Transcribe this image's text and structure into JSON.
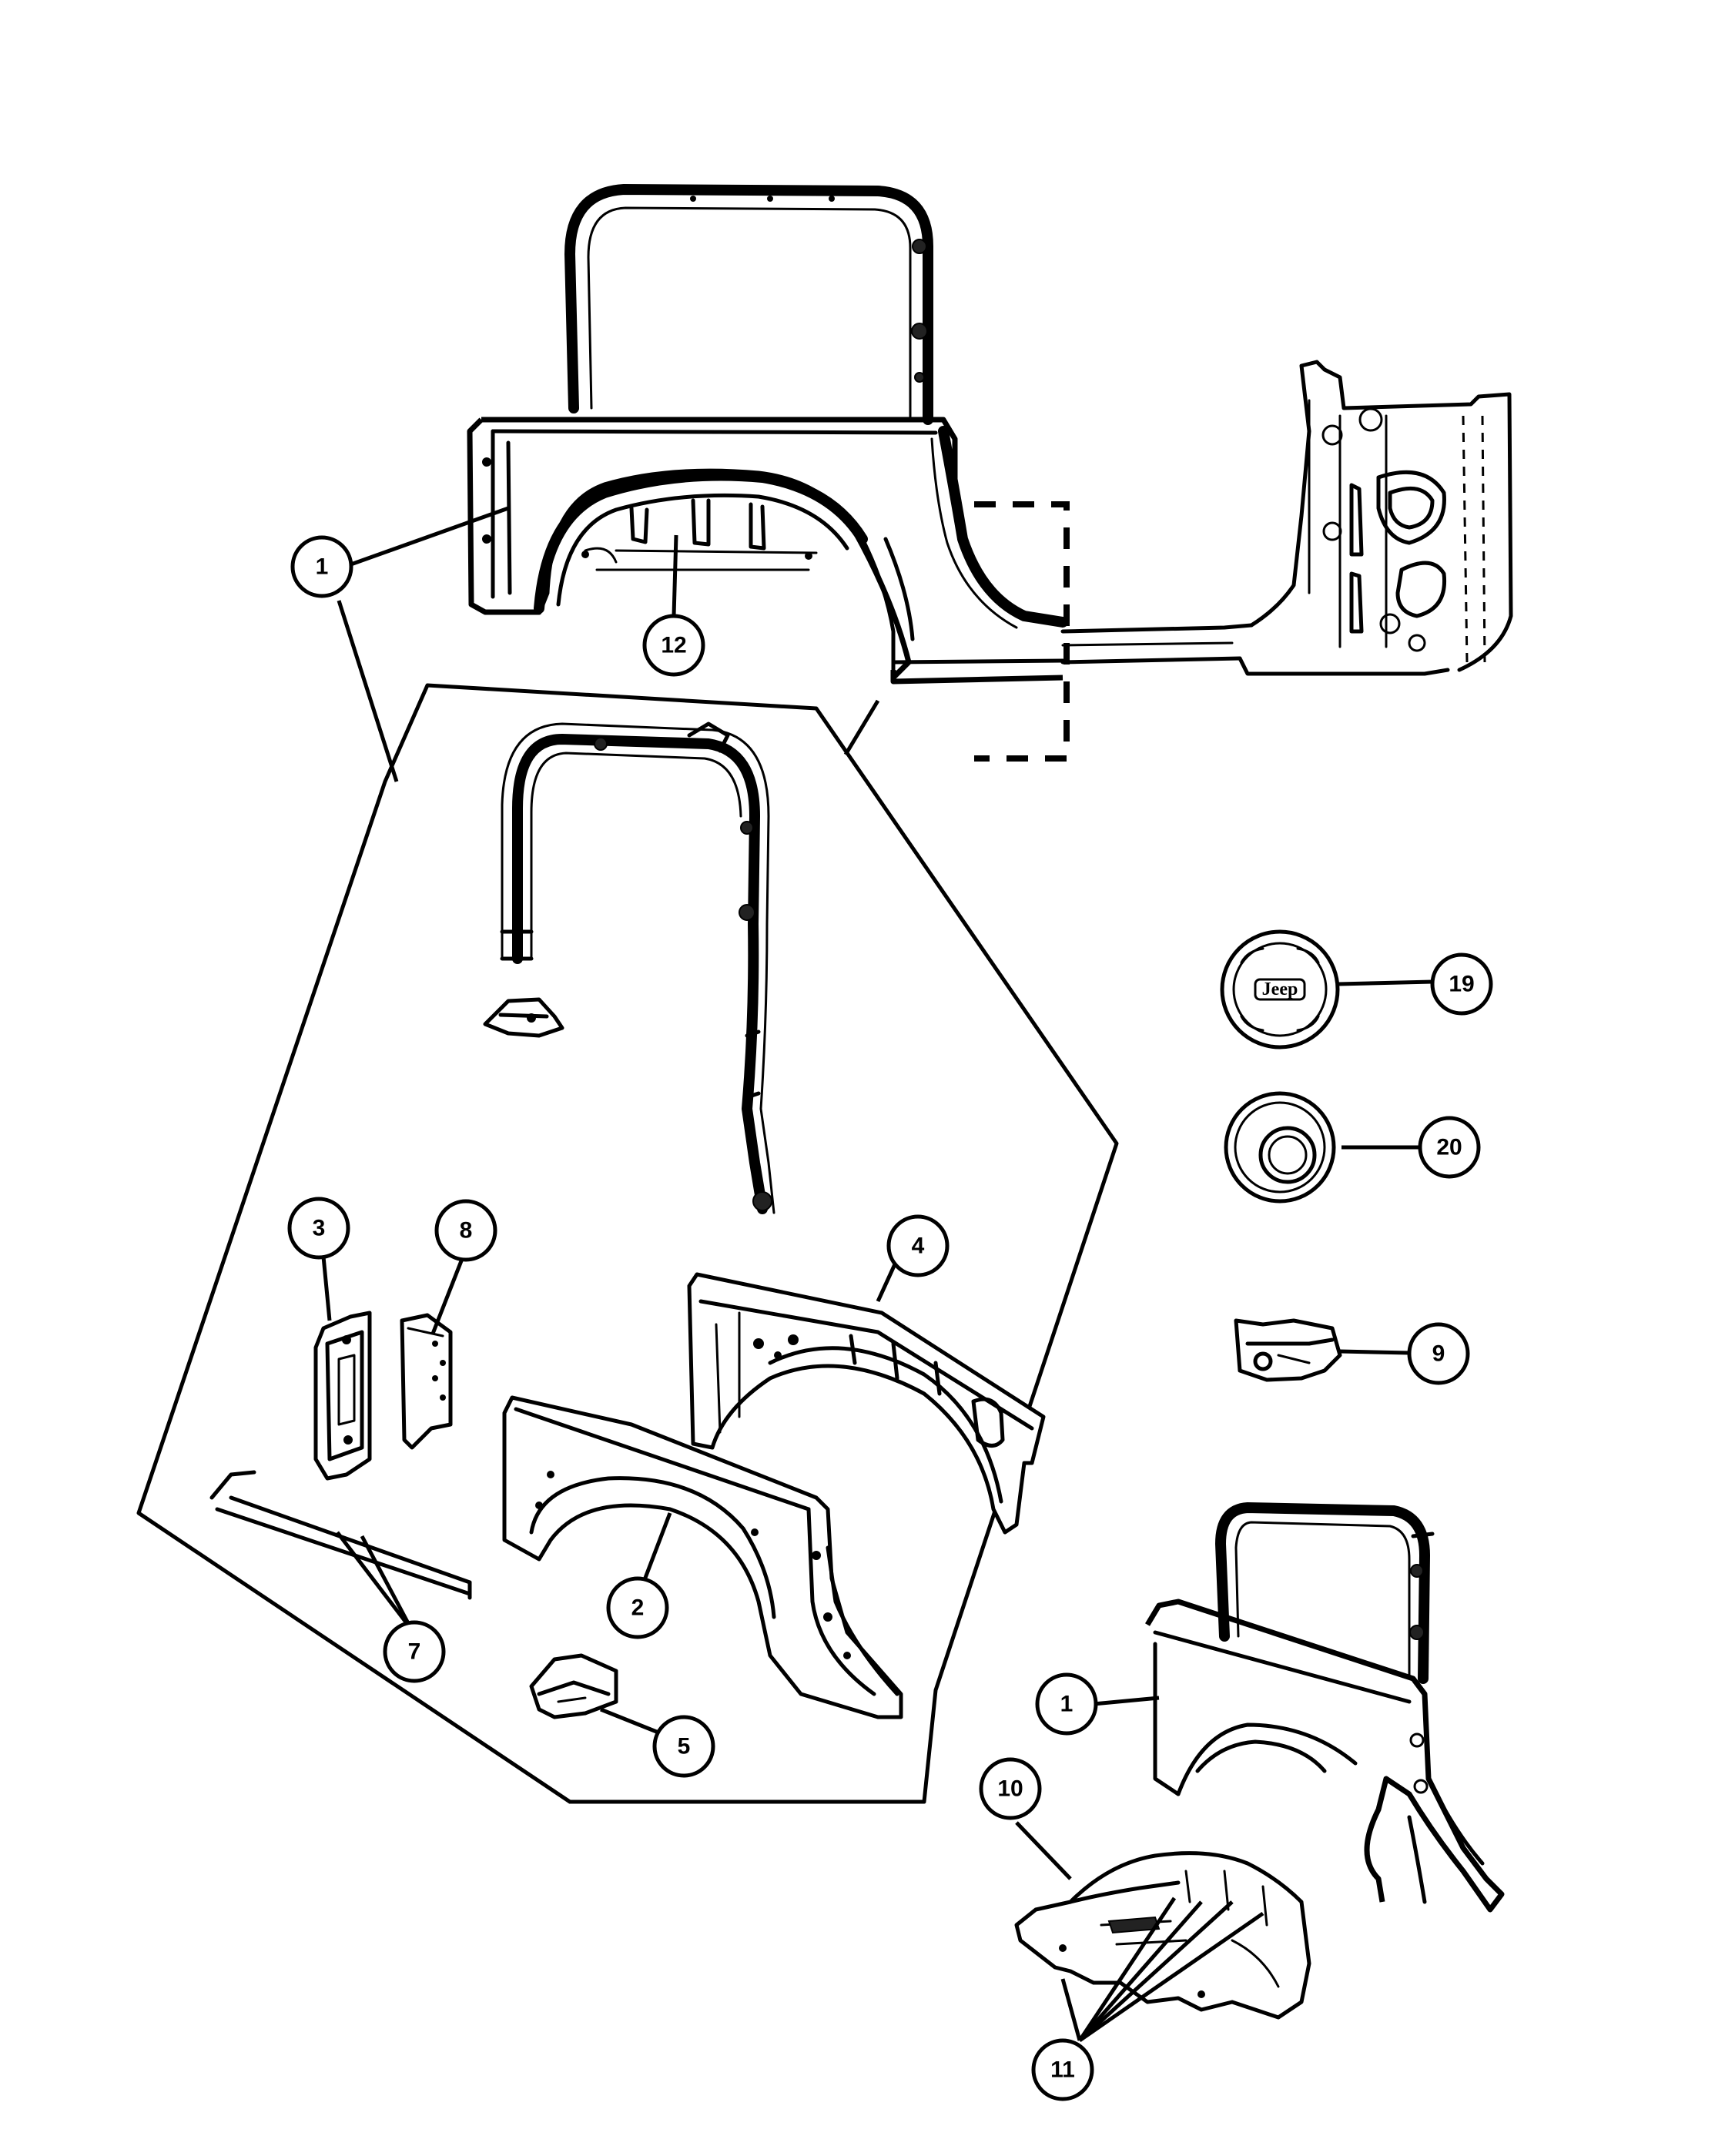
{
  "callouts": {
    "c1_top": "1",
    "c12": "12",
    "c3": "3",
    "c8": "8",
    "c4": "4",
    "c2": "2",
    "c7": "7",
    "c5": "5",
    "c19": "19",
    "c20": "20",
    "c9": "9",
    "c1_bottom": "1",
    "c10": "10",
    "c11": "11"
  },
  "fuel_door_logo": "Jeep"
}
